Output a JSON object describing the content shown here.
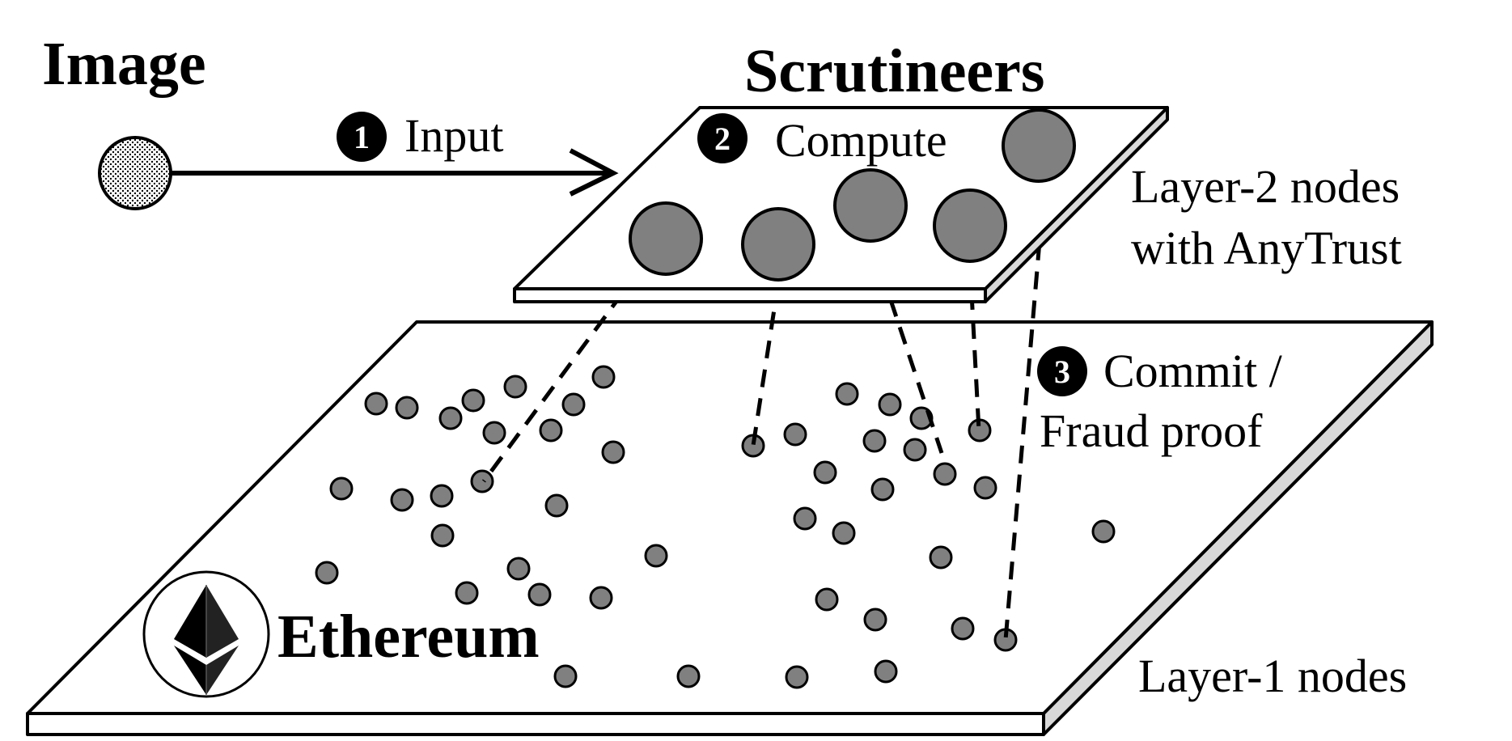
{
  "labels": {
    "image": "Image",
    "scrutineers": "Scrutineers",
    "ethereum": "Ethereum",
    "layer2_line1": "Layer-2 nodes",
    "layer2_line2": "with AnyTrust",
    "layer1": "Layer-1 nodes"
  },
  "steps": [
    {
      "number": "1",
      "label": "Input"
    },
    {
      "number": "2",
      "label": "Compute"
    },
    {
      "number": "3",
      "label_line1": "Commit /",
      "label_line2": "Fraud proof"
    }
  ],
  "colors": {
    "node_fill": "#808080",
    "stroke": "#000000",
    "plane_fill": "#ffffff",
    "plane_side": "#d8d8d8"
  },
  "icons": {
    "image_source": "dotted-circle-icon",
    "ethereum_logo": "ethereum-logo-icon"
  }
}
